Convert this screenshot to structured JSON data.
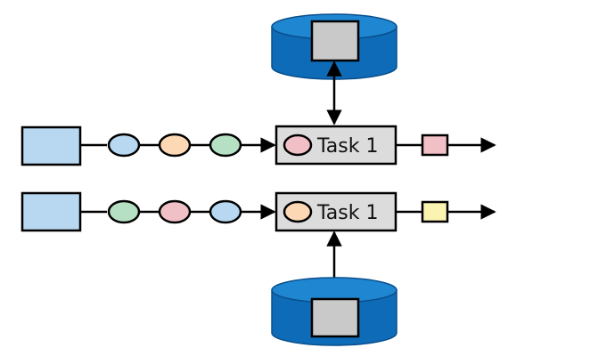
{
  "diagram": {
    "rows": [
      {
        "source": {
          "color": "#b7d8f0"
        },
        "records": [
          "#b7d8f0",
          "#fcd9b4",
          "#b5e0c3"
        ],
        "task": {
          "label": "Task 1",
          "state_color": "#f1c0c6"
        },
        "output": {
          "color": "#f1c0c6"
        },
        "state_store": {
          "position": "top"
        }
      },
      {
        "source": {
          "color": "#b7d8f0"
        },
        "records": [
          "#b5e0c3",
          "#f1c0c6",
          "#b7d8f0"
        ],
        "task": {
          "label": "Task 1",
          "state_color": "#fcd9b4"
        },
        "output": {
          "color": "#fbf3b0"
        },
        "state_store": {
          "position": "bottom"
        }
      }
    ],
    "colors": {
      "database": "#0e6bb7",
      "database_dark": "#0a4f8c",
      "database_top": "#1f86d1",
      "task_box": "#dcdcdc",
      "store_box": "#c9c9c9",
      "stroke": "#000000"
    }
  }
}
